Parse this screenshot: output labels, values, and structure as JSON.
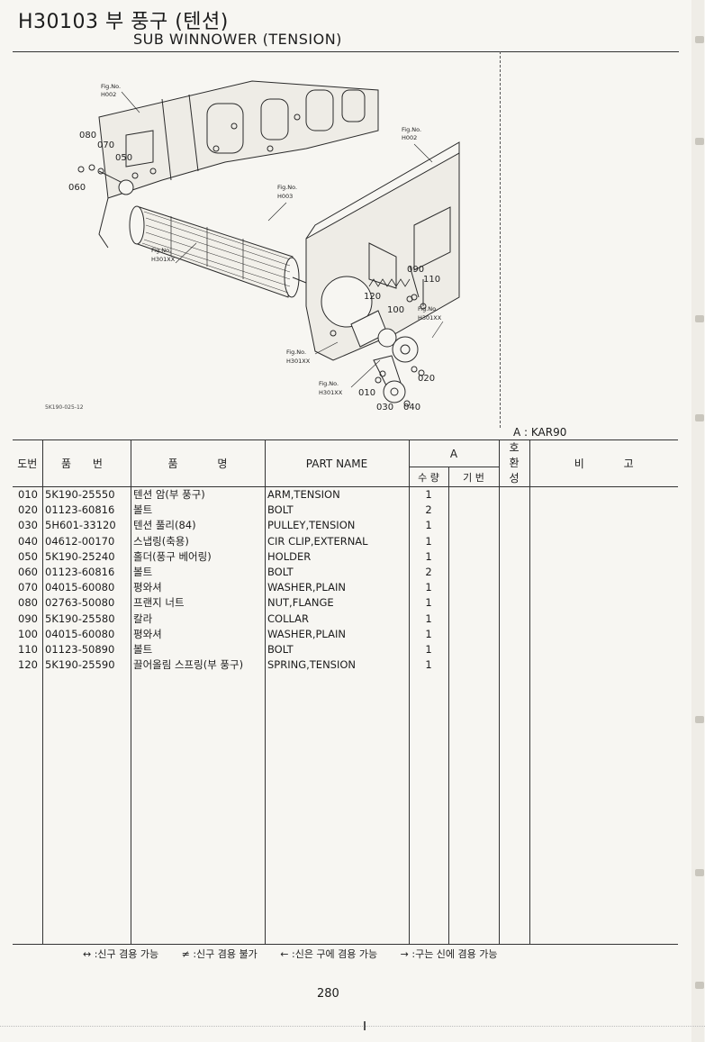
{
  "header": {
    "code_title": "H30103 부 풍구 (텐션)",
    "english_title": "SUB WINNOWER (TENSION)"
  },
  "diagram": {
    "callouts": [
      "080",
      "070",
      "050",
      "060",
      "090",
      "110",
      "120",
      "100",
      "020",
      "010",
      "030",
      "040"
    ],
    "fig_refs": [
      {
        "label": "Fig.No.",
        "code": "H002"
      },
      {
        "label": "Fig.No.",
        "code": "H002"
      },
      {
        "label": "Fig.No.",
        "code": "H003"
      },
      {
        "label": "Fig.No.",
        "code": "H301XX"
      },
      {
        "label": "Fig.No.",
        "code": "H301XX"
      },
      {
        "label": "Fig.No.",
        "code": "H301XX"
      },
      {
        "label": "Fig.No.",
        "code": "H301XX"
      }
    ],
    "drawing_id": "5K190-025-12"
  },
  "variant_label": "A : KAR90",
  "table": {
    "headers": {
      "no": "도번",
      "part_no": "품 번",
      "name_kr": "품 명",
      "part_name": "PART NAME",
      "group_a": "A",
      "qty": "수 량",
      "base_no": "기 번",
      "compat": "호 환 성",
      "remarks": "비 고"
    },
    "rows": [
      {
        "no": "010",
        "part_no": "5K190-25550",
        "name_kr": "텐션 암(부 풍구)",
        "part_name": "ARM,TENSION",
        "qty": "1"
      },
      {
        "no": "020",
        "part_no": "01123-60816",
        "name_kr": "볼트",
        "part_name": "BOLT",
        "qty": "2"
      },
      {
        "no": "030",
        "part_no": "5H601-33120",
        "name_kr": "텐션 풀리(84)",
        "part_name": "PULLEY,TENSION",
        "qty": "1"
      },
      {
        "no": "040",
        "part_no": "04612-00170",
        "name_kr": "스냅링(축용)",
        "part_name": "CIR CLIP,EXTERNAL",
        "qty": "1"
      },
      {
        "no": "050",
        "part_no": "5K190-25240",
        "name_kr": "홀더(풍구 베어링)",
        "part_name": "HOLDER",
        "qty": "1"
      },
      {
        "no": "060",
        "part_no": "01123-60816",
        "name_kr": "볼트",
        "part_name": "BOLT",
        "qty": "2"
      },
      {
        "no": "070",
        "part_no": "04015-60080",
        "name_kr": "평와셔",
        "part_name": "WASHER,PLAIN",
        "qty": "1"
      },
      {
        "no": "080",
        "part_no": "02763-50080",
        "name_kr": "프랜지 너트",
        "part_name": "NUT,FLANGE",
        "qty": "1"
      },
      {
        "no": "090",
        "part_no": "5K190-25580",
        "name_kr": "칼라",
        "part_name": "COLLAR",
        "qty": "1"
      },
      {
        "no": "100",
        "part_no": "04015-60080",
        "name_kr": "평와셔",
        "part_name": "WASHER,PLAIN",
        "qty": "1"
      },
      {
        "no": "110",
        "part_no": "01123-50890",
        "name_kr": "볼트",
        "part_name": "BOLT",
        "qty": "1"
      },
      {
        "no": "120",
        "part_no": "5K190-25590",
        "name_kr": "끌어올림 스프링(부 풍구)",
        "part_name": "SPRING,TENSION",
        "qty": "1"
      }
    ]
  },
  "legend": [
    "↔ :신구 겸용 가능",
    "≠ :신구 겸용 불가",
    "← :신은 구에 겸용 가능",
    "→ :구는 신에 겸용 가능"
  ],
  "page_number": "280"
}
